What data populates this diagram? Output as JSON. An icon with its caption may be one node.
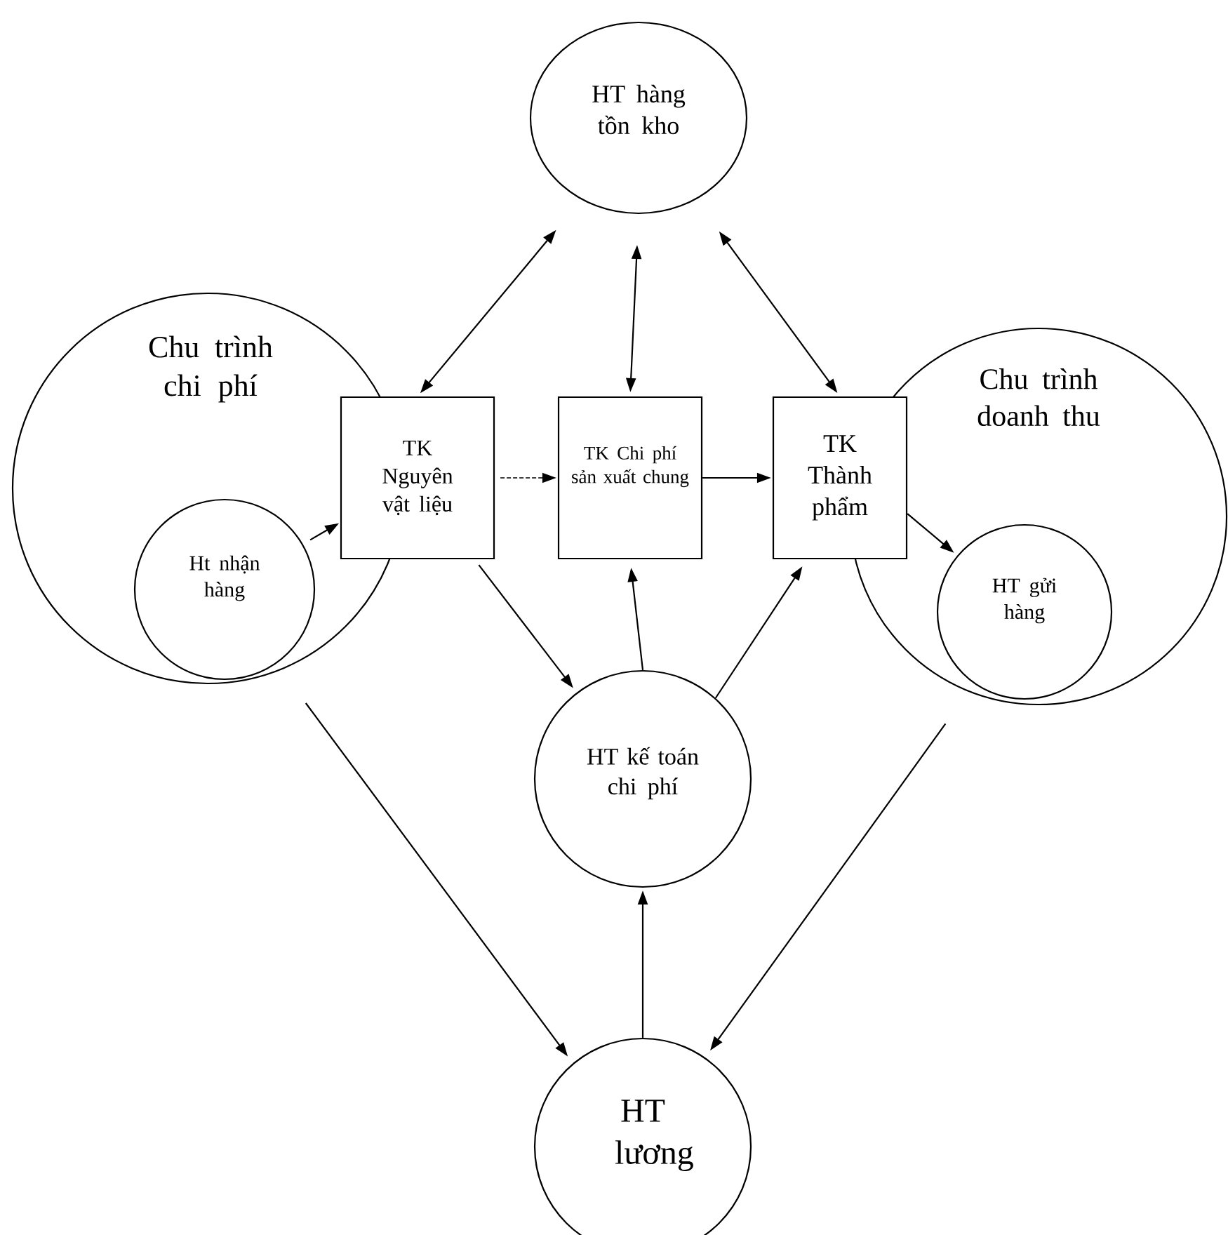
{
  "diagram": {
    "nodes": [
      {
        "text": [
          "HT hàng tồn kho"
        ]
      },
      {
        "text": [
          "Chu trình chi phí"
        ]
      },
      {
        "text": [
          "Ht nhận hàng"
        ],
        "in": 1
      },
      {
        "text": [
          "TK Nguyên vật liệu"
        ]
      },
      {
        "text": [
          "TK Chi phí sản xuất chung"
        ]
      },
      {
        "text": [
          "TK Thành phẩm"
        ]
      },
      {
        "text": [
          "Chu trình doanh thu"
        ]
      },
      {
        "text": [
          "HT gửi hàng"
        ],
        "in": 6
      },
      {
        "text": [
          "HT kế toán chi phí"
        ]
      },
      {
        "text": [
          "HT lương"
        ]
      }
    ],
    "edges": [
      {
        "from": 0,
        "to": 3,
        "arrow": "both"
      },
      {
        "from": 0,
        "to": 4,
        "arrow": "both"
      },
      {
        "from": 0,
        "to": 5,
        "arrow": "both"
      },
      {
        "from": 2,
        "to": 3,
        "arrow": "to"
      },
      {
        "from": 3,
        "to": 4,
        "arrow": "to",
        "style": "dashed"
      },
      {
        "from": 4,
        "to": 5,
        "arrow": "to"
      },
      {
        "from": 5,
        "to": 7,
        "arrow": "to"
      },
      {
        "from": 3,
        "to": 8,
        "arrow": "to"
      },
      {
        "from": 8,
        "to": 4,
        "arrow": "to"
      },
      {
        "from": 8,
        "to": 5,
        "arrow": "to"
      },
      {
        "from": 2,
        "to": 9,
        "arrow": "to"
      },
      {
        "from": 7,
        "to": 9,
        "arrow": "to"
      },
      {
        "from": 9,
        "to": 8,
        "arrow": "to"
      }
    ]
  }
}
